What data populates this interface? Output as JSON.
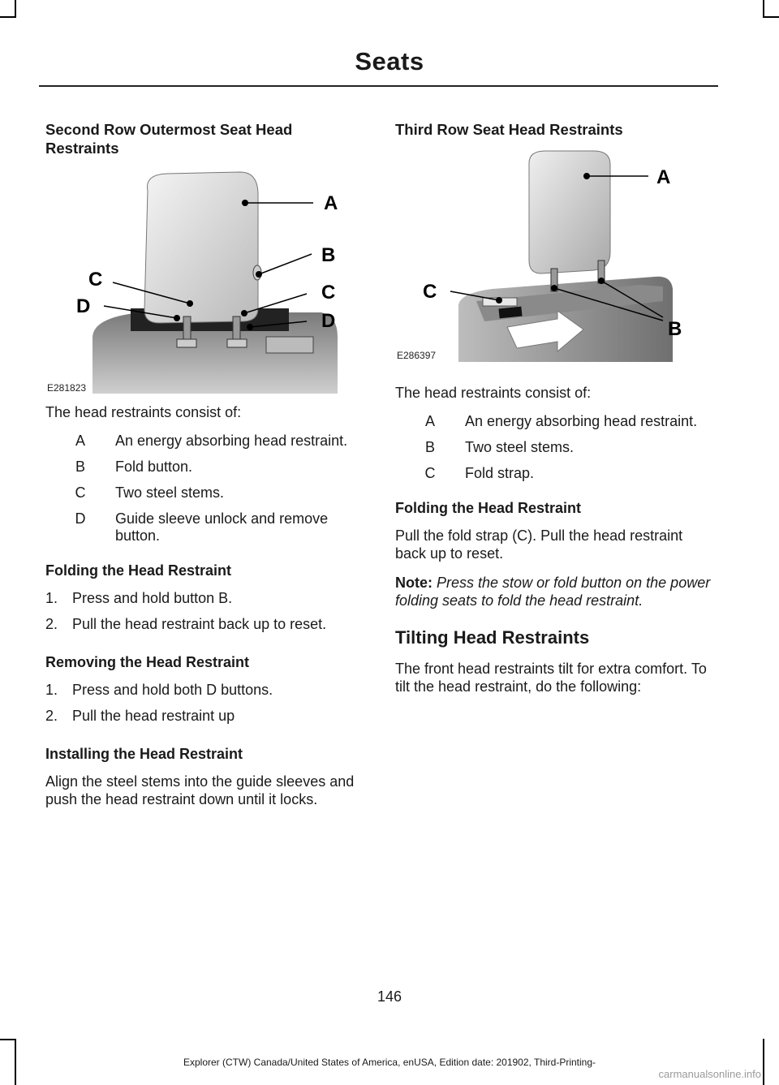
{
  "header": {
    "title": "Seats"
  },
  "left": {
    "heading": "Second Row Outermost Seat Head Restraints",
    "figure": {
      "code": "E281823",
      "callouts": [
        "A",
        "B",
        "C",
        "C",
        "D",
        "D"
      ]
    },
    "intro": "The head restraints consist of:",
    "items": [
      {
        "letter": "A",
        "text": "An energy absorbing head restraint."
      },
      {
        "letter": "B",
        "text": "Fold button."
      },
      {
        "letter": "C",
        "text": "Two steel stems."
      },
      {
        "letter": "D",
        "text": "Guide sleeve unlock and remove button."
      }
    ],
    "folding_heading": "Folding the Head Restraint",
    "folding_steps": [
      {
        "n": "1.",
        "text": "Press and hold button B."
      },
      {
        "n": "2.",
        "text": "Pull the head restraint back up to reset."
      }
    ],
    "removing_heading": "Removing the Head Restraint",
    "removing_steps": [
      {
        "n": "1.",
        "text": "Press and hold both D buttons."
      },
      {
        "n": "2.",
        "text": "Pull the head restraint up"
      }
    ],
    "installing_heading": "Installing the Head Restraint",
    "installing_text": "Align the steel stems into the guide sleeves and push the head restraint down until it locks."
  },
  "right": {
    "heading": "Third Row Seat Head Restraints",
    "figure": {
      "code": "E286397",
      "callouts": [
        "A",
        "B",
        "C"
      ]
    },
    "intro": "The head restraints consist of:",
    "items": [
      {
        "letter": "A",
        "text": "An energy absorbing head restraint."
      },
      {
        "letter": "B",
        "text": "Two steel stems."
      },
      {
        "letter": "C",
        "text": "Fold strap."
      }
    ],
    "folding_heading": "Folding the Head Restraint",
    "folding_text": "Pull the fold strap (C). Pull the head restraint back up to reset.",
    "note_label": "Note:",
    "note_text": "Press the stow or fold button on the power folding seats to fold the head restraint.",
    "tilting_heading": "Tilting Head Restraints",
    "tilting_text": "The front head restraints tilt for extra comfort. To tilt the head restraint, do the following:"
  },
  "page_number": "146",
  "footer": "Explorer (CTW) Canada/United States of America, enUSA, Edition date: 201902, Third-Printing-",
  "watermark": "carmanualsonline.info"
}
